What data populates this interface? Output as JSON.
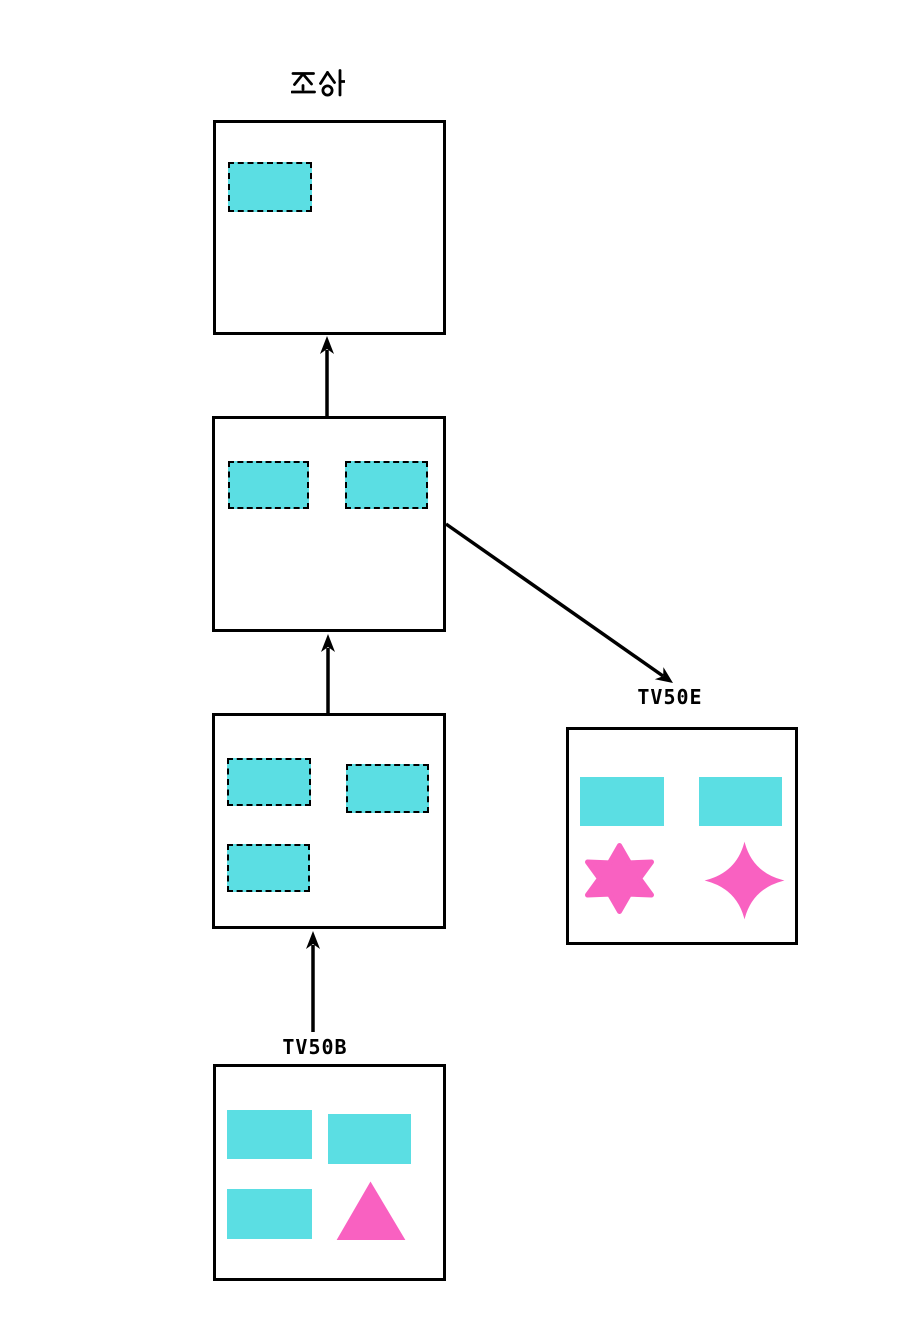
{
  "colors": {
    "bg": "#ffffff",
    "line": "#000000",
    "cyan": "#5BDEE3",
    "pink": "#F961C1"
  },
  "labels": {
    "ancestor": "조상",
    "tv50e": "TV50E",
    "tv50b": "TV50B"
  },
  "nodes": [
    {
      "id": "ancestor",
      "label": "조상",
      "border": "solid",
      "contents": [
        "dashed-cyan-rect"
      ]
    },
    {
      "id": "parent-upper",
      "label": "",
      "border": "solid",
      "contents": [
        "dashed-cyan-rect",
        "dashed-cyan-rect"
      ]
    },
    {
      "id": "parent-lower",
      "label": "",
      "border": "solid",
      "contents": [
        "dashed-cyan-rect",
        "dashed-cyan-rect",
        "dashed-cyan-rect"
      ]
    },
    {
      "id": "tv50e",
      "label": "TV50E",
      "border": "solid",
      "contents": [
        "cyan-rect",
        "cyan-rect",
        "pink-six-point-star",
        "pink-four-point-star"
      ]
    },
    {
      "id": "tv50b",
      "label": "TV50B",
      "border": "solid",
      "contents": [
        "cyan-rect",
        "cyan-rect",
        "cyan-rect",
        "pink-triangle"
      ]
    }
  ],
  "edges": [
    {
      "from": "parent-upper",
      "to": "ancestor",
      "style": "vertical-arrow-up"
    },
    {
      "from": "parent-lower",
      "to": "parent-upper",
      "style": "vertical-arrow-up"
    },
    {
      "from": "tv50b",
      "to": "parent-lower",
      "style": "vertical-arrow-up"
    },
    {
      "from": "parent-upper",
      "to": "tv50e",
      "style": "diagonal-arrow-down-right"
    }
  ]
}
